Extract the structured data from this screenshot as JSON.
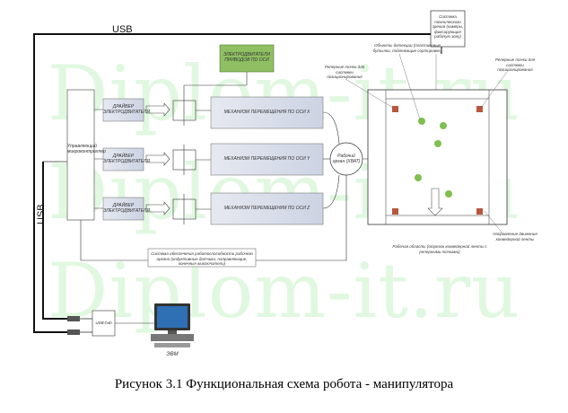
{
  "watermark": [
    "Diplom-it.ru",
    "Diplom-it.ru",
    "Diplom-it.ru"
  ],
  "labels": {
    "usb_top": "USB",
    "usb_left": "USB",
    "controller": "Управляющий микроконтроллер",
    "driver": "ДРАЙВЕР ЭЛЕКТРОДВИГАТЕЛЯ",
    "motors_group": "ЭЛЕКТРОДВИГАТЕЛИ ПРИВОДОВ ПО ОСИ",
    "mech_x": "МЕХАНИЗМ ПЕРЕМЕЩЕНИЯ ПО ОСИ X",
    "mech_y": "МЕХАНИЗМ ПЕРЕМЕЩЕНИЯ ПО ОСИ Y",
    "mech_z": "МЕХАНИЗМ ПЕРЕМЕЩЕНИЯ ПО ОСИ Z",
    "gripper": "Рабочий орган (ХВАТ)",
    "vision": "Система технического зрения (камеры, фиксирующие рабочую зону)",
    "feedback": "Система обеспечения работоспособности рабочего органа (индуктивные датчики, направляющие, конечные выключатели)",
    "ref_left": "Реперные точки для системы позиционирования",
    "ref_right": "Реперные точки для системы позиционирования",
    "objects": "Объекты детекции (пластиковые бутылки, подлежащие сортировке)",
    "direction": "Направление движения конвейерной ленты",
    "work_area": "Рабочая область (отрезок конвейерной ленты с реперными точками)",
    "converter": "USB-hub",
    "arm": "ЭВМ"
  },
  "caption": "Рисунок 3.1 Функциональная схема робота - манипулятора",
  "colors": {
    "box_fill": "#e0e4ee",
    "motor_fill": "#8fbf63",
    "dot": "#7fbf4f",
    "ref_dot": "#b8573f",
    "monitor": "#2f6fb3",
    "watermark": "#c8f3c8"
  }
}
